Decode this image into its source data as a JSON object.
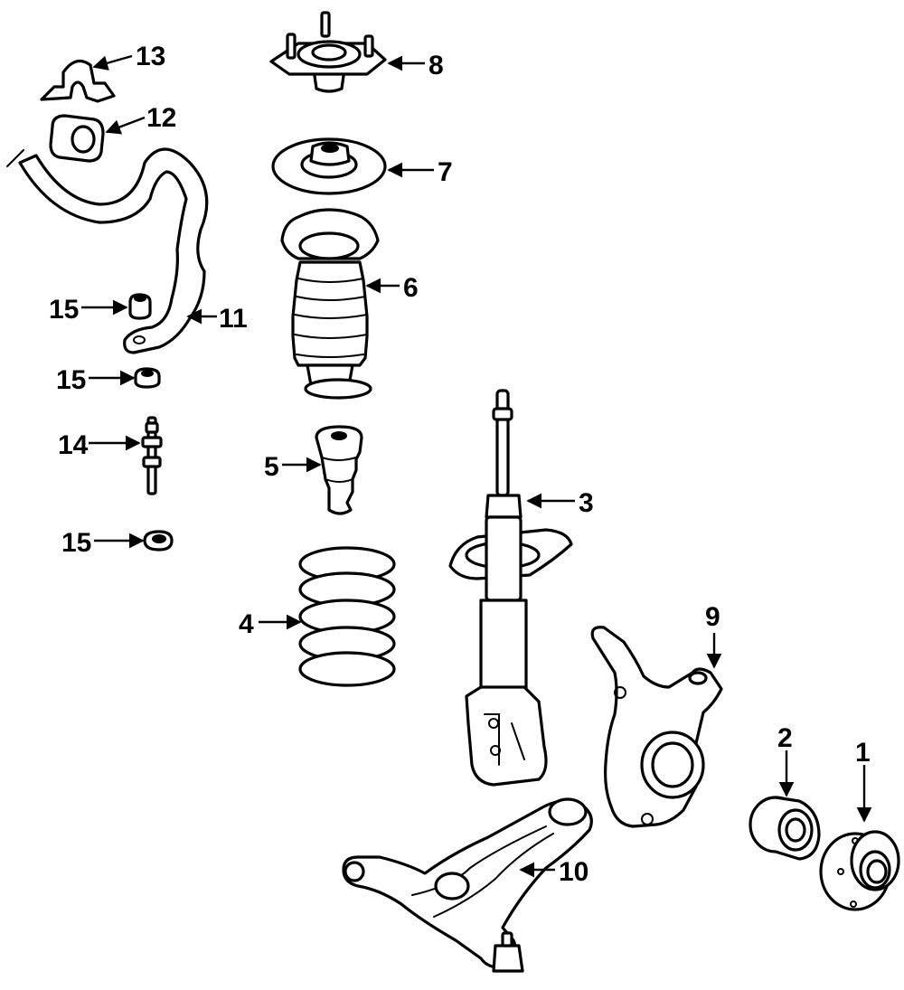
{
  "callouts": [
    {
      "num": "1"
    },
    {
      "num": "2"
    },
    {
      "num": "3"
    },
    {
      "num": "4"
    },
    {
      "num": "5"
    },
    {
      "num": "6"
    },
    {
      "num": "7"
    },
    {
      "num": "8"
    },
    {
      "num": "9"
    },
    {
      "num": "10"
    },
    {
      "num": "11"
    },
    {
      "num": "12"
    },
    {
      "num": "13"
    },
    {
      "num": "14"
    },
    {
      "num": "15"
    },
    {
      "num": "15"
    },
    {
      "num": "15"
    }
  ]
}
